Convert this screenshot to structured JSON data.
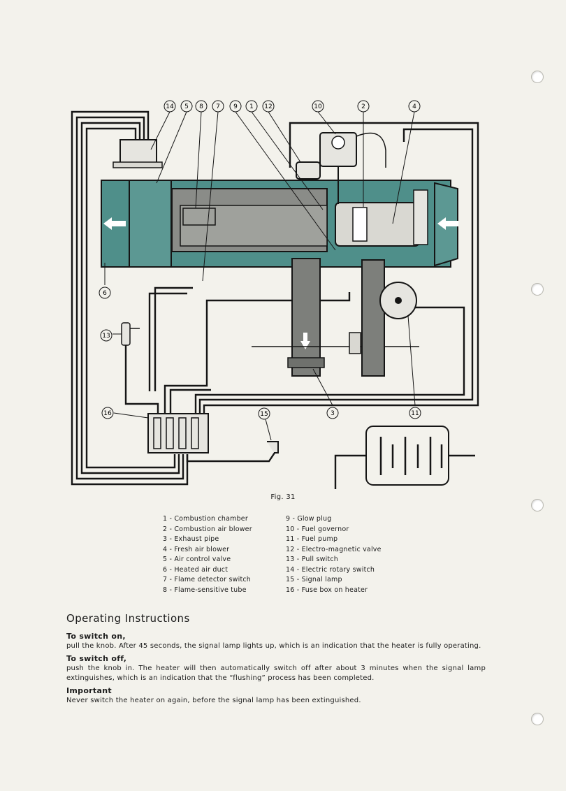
{
  "figure": {
    "caption": "Fig. 31",
    "callouts": [
      "14",
      "5",
      "8",
      "7",
      "9",
      "1",
      "12",
      "10",
      "2",
      "4",
      "6",
      "13",
      "16",
      "15",
      "3",
      "11"
    ]
  },
  "legend": {
    "left": [
      {
        "num": "1",
        "text": "Combustion chamber"
      },
      {
        "num": "2",
        "text": "Combustion air blower"
      },
      {
        "num": "3",
        "text": "Exhaust pipe"
      },
      {
        "num": "4",
        "text": "Fresh air blower"
      },
      {
        "num": "5",
        "text": "Air control valve"
      },
      {
        "num": "6",
        "text": "Heated air duct"
      },
      {
        "num": "7",
        "text": "Flame detector switch"
      },
      {
        "num": "8",
        "text": "Flame-sensitive tube"
      }
    ],
    "right": [
      {
        "num": "9",
        "text": "Glow plug"
      },
      {
        "num": "10",
        "text": "Fuel governor"
      },
      {
        "num": "11",
        "text": "Fuel pump"
      },
      {
        "num": "12",
        "text": "Electro-magnetic valve"
      },
      {
        "num": "13",
        "text": "Pull switch"
      },
      {
        "num": "14",
        "text": "Electric rotary switch"
      },
      {
        "num": "15",
        "text": "Signal lamp"
      },
      {
        "num": "16",
        "text": "Fuse box on heater"
      }
    ]
  },
  "instructions": {
    "title": "Operating Instructions",
    "sections": [
      {
        "heading": "To switch on,",
        "body": "pull the knob. After 45 seconds, the signal lamp lights up, which is an indication that the heater is fully operating."
      },
      {
        "heading": "To switch off,",
        "body": "push the knob in. The heater will then automatically switch off after about 3 minutes when the signal lamp extinguishes, which is an indication that the “flushing” process has been completed."
      },
      {
        "heading": "Important",
        "body": "Never switch the heater on again, before the signal lamp has been extinguished."
      }
    ]
  },
  "colors": {
    "duct_teal": "#4f8f8a",
    "line": "#151515",
    "paper": "#f3f2ec"
  }
}
